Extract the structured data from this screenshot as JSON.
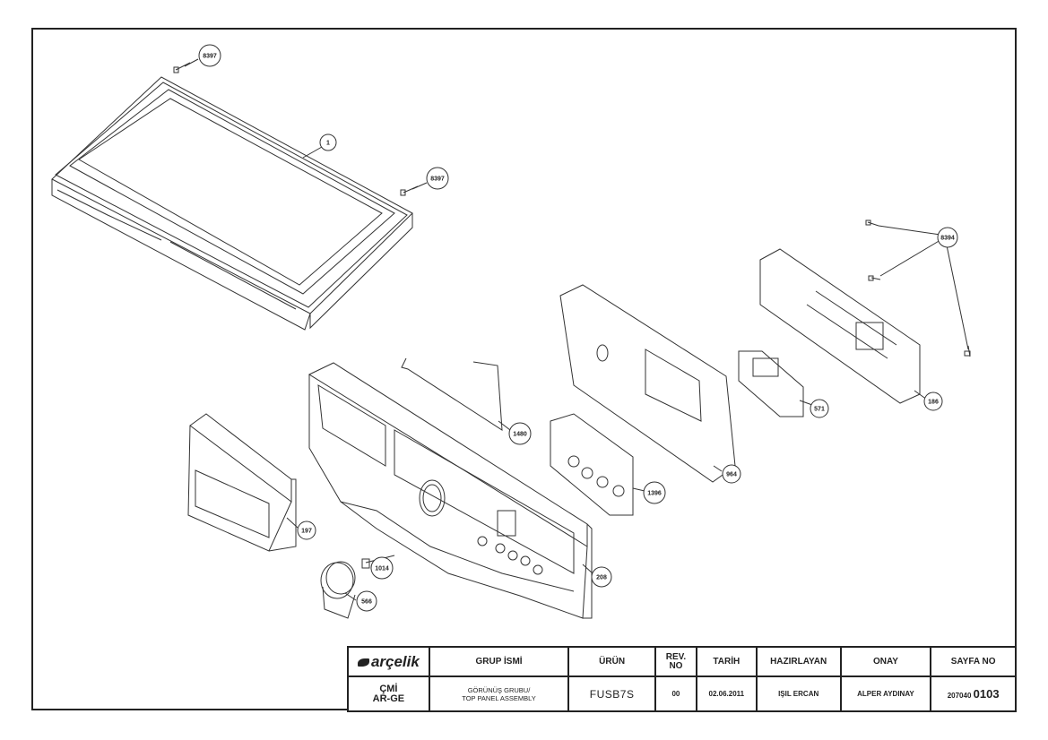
{
  "callouts": [
    {
      "id": "c-8397-a",
      "label": "8397"
    },
    {
      "id": "c-1",
      "label": "1"
    },
    {
      "id": "c-8397-b",
      "label": "8397"
    },
    {
      "id": "c-8394",
      "label": "8394"
    },
    {
      "id": "c-186",
      "label": "186"
    },
    {
      "id": "c-571",
      "label": "571"
    },
    {
      "id": "c-964",
      "label": "964"
    },
    {
      "id": "c-1396",
      "label": "1396"
    },
    {
      "id": "c-1480",
      "label": "1480"
    },
    {
      "id": "c-197",
      "label": "197"
    },
    {
      "id": "c-208",
      "label": "208"
    },
    {
      "id": "c-1014",
      "label": "1014"
    },
    {
      "id": "c-566",
      "label": "566"
    }
  ],
  "title_block": {
    "logo_text": "arçelik",
    "company_line1": "ÇMİ",
    "company_line2": "AR-GE",
    "headers": {
      "group_name": "GRUP İSMİ",
      "product": "ÜRÜN",
      "rev_line1": "REV.",
      "rev_line2": "NO",
      "date": "TARİH",
      "prepared_by": "HAZIRLAYAN",
      "approval": "ONAY",
      "page_no": "SAYFA NO"
    },
    "values": {
      "group_name_line1": "GÖRÜNÜŞ GRUBU/",
      "group_name_line2": "TOP PANEL ASSEMBLY",
      "product": "FUSB7S",
      "rev_no": "00",
      "date": "02.06.2011",
      "prepared_by": "IŞIL ERCAN",
      "approval": "ALPER AYDINAY",
      "page_prefix": "207040",
      "page_number": "0103"
    }
  }
}
